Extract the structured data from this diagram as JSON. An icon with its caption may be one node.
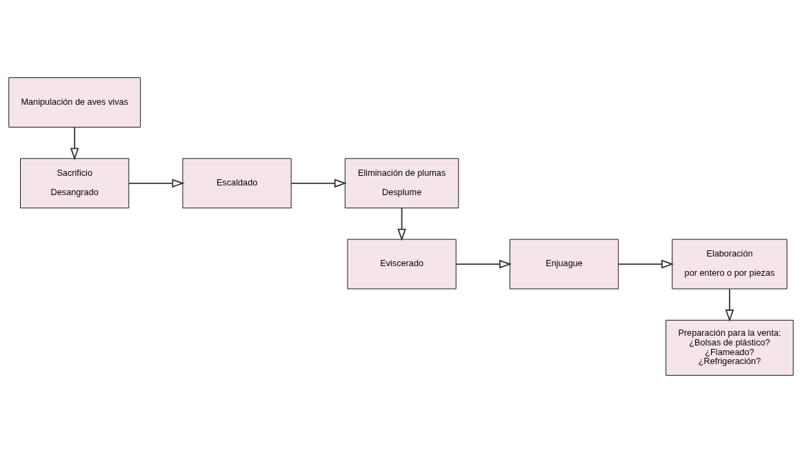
{
  "diagram": {
    "nodes": [
      {
        "text": [
          "Manipulación de aves vivas"
        ]
      },
      {
        "text": [
          "Sacrificio",
          "Desangrado"
        ]
      },
      {
        "text": [
          "Escaldado"
        ]
      },
      {
        "text": [
          "Eliminación de plumas",
          "Desplume"
        ]
      },
      {
        "text": [
          "Eviscerado"
        ]
      },
      {
        "text": [
          "Enjuague"
        ]
      },
      {
        "text": [
          "Elaboración",
          "por entero o por piezas"
        ]
      },
      {
        "text": [
          "Preparación para la venta:",
          "¿Bolsas de plástico?",
          "¿Flameado?",
          "¿Refrigeración?"
        ]
      }
    ],
    "edges": [
      {
        "from": 0,
        "to": 1,
        "arrow": "to"
      },
      {
        "from": 1,
        "to": 2,
        "arrow": "to"
      },
      {
        "from": 2,
        "to": 3,
        "arrow": "to"
      },
      {
        "from": 3,
        "to": 4,
        "arrow": "to"
      },
      {
        "from": 4,
        "to": 5,
        "arrow": "to"
      },
      {
        "from": 5,
        "to": 6,
        "arrow": "to"
      },
      {
        "from": 6,
        "to": 7,
        "arrow": "to"
      }
    ]
  }
}
